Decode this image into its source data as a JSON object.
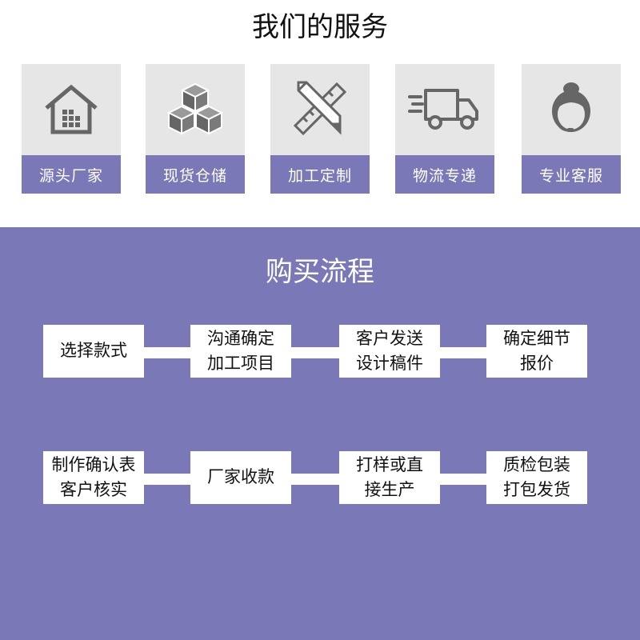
{
  "services": {
    "title": "我们的服务",
    "items": [
      {
        "label": "源头厂家",
        "icon": "factory-icon"
      },
      {
        "label": "现货仓储",
        "icon": "boxes-icon"
      },
      {
        "label": "加工定制",
        "icon": "ruler-pencil-icon"
      },
      {
        "label": "物流专递",
        "icon": "truck-icon"
      },
      {
        "label": "专业客服",
        "icon": "headset-agent-icon"
      }
    ]
  },
  "process": {
    "title": "购买流程",
    "row1": [
      {
        "line1": "选择款式",
        "line2": ""
      },
      {
        "line1": "沟通确定",
        "line2": "加工项目"
      },
      {
        "line1": "客户发送",
        "line2": "设计稿件"
      },
      {
        "line1": "确定细节",
        "line2": "报价"
      }
    ],
    "row2": [
      {
        "line1": "制作确认表",
        "line2": "客户核实"
      },
      {
        "line1": "厂家收款",
        "line2": ""
      },
      {
        "line1": "打样或直",
        "line2": "接生产"
      },
      {
        "line1": "质检包装",
        "line2": "打包发货"
      }
    ]
  },
  "colors": {
    "accent": "#7a78b7",
    "card_bg": "#e6e6e6",
    "icon": "#666666"
  }
}
